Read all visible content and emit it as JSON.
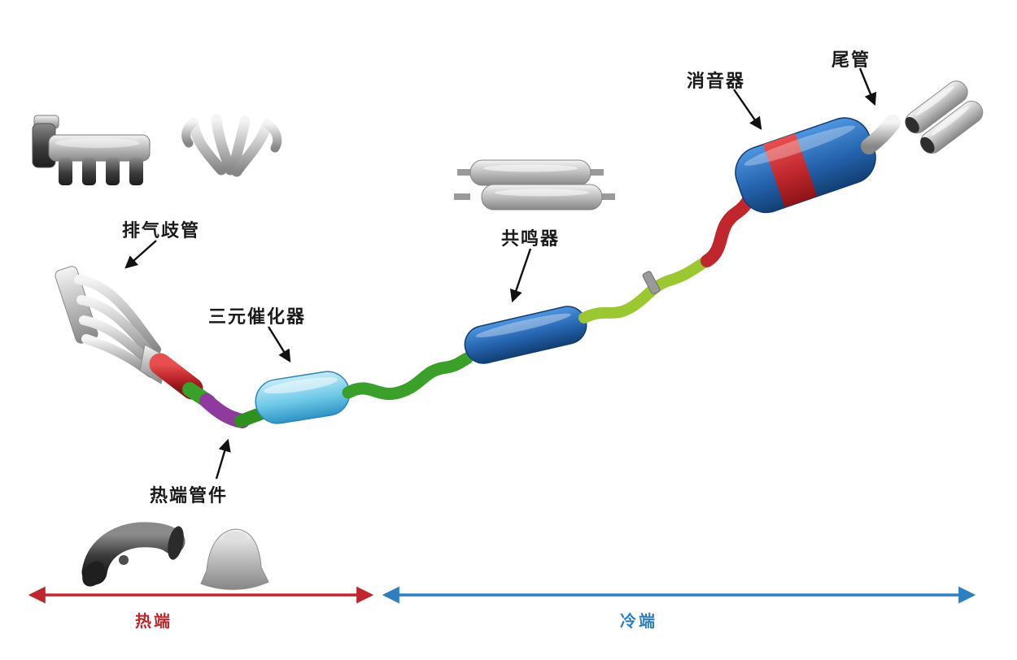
{
  "diagram": {
    "type": "car-exhaust-system-diagram",
    "labels": {
      "exhaust_manifold": "排气歧管",
      "catalytic_converter": "三元催化器",
      "hot_end_pipe": "热端管件",
      "resonator": "共鸣器",
      "muffler": "消音器",
      "tail_pipe": "尾管"
    },
    "zones": {
      "hot": {
        "label": "热端",
        "color": "#c0272d"
      },
      "cold": {
        "label": "冷端",
        "color": "#2e7fc1"
      }
    },
    "colors": {
      "hot_section_red": "#c0272d",
      "elbow_purple": "#8e3a9e",
      "pipe_green": "#3aa02a",
      "pipe_yellow_green": "#9bc832",
      "catalytic_cyan": "#6fc9e8",
      "resonator_blue": "#2563ae",
      "muffler_blue": "#1f63b5",
      "chrome_silver": "#c9c9c9"
    }
  }
}
